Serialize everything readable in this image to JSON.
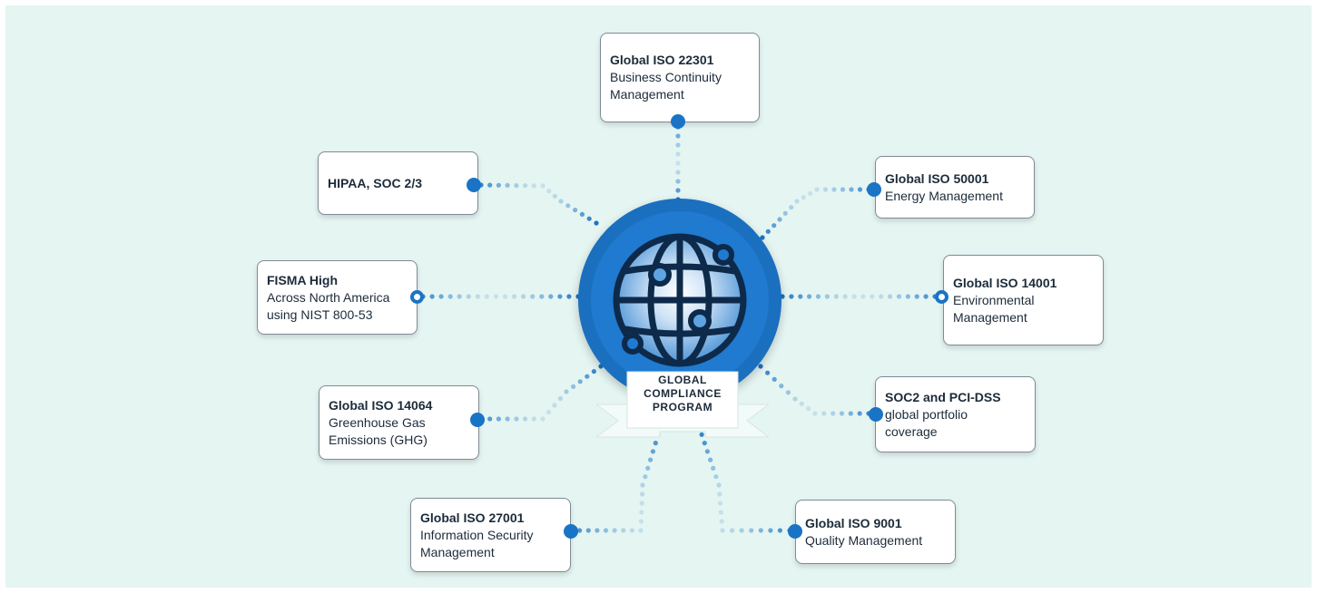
{
  "hub": {
    "label_lines": [
      "GLOBAL",
      "COMPLIANCE",
      "PROGRAM"
    ],
    "globe_icon": "globe-network-icon"
  },
  "nodes": {
    "iso22301": {
      "title": "Global ISO 22301",
      "lines": [
        "Business Continuity",
        "Management"
      ]
    },
    "hipaa": {
      "title": "HIPAA, SOC 2/3",
      "lines": []
    },
    "iso50001": {
      "title": "Global ISO 50001",
      "lines": [
        "Energy Management"
      ]
    },
    "fisma": {
      "title": "FISMA High",
      "lines": [
        "Across North America",
        "using NIST 800-53"
      ]
    },
    "iso14001": {
      "title": "Global ISO 14001",
      "lines": [
        "Environmental",
        "Management"
      ]
    },
    "iso14064": {
      "title": "Global ISO 14064",
      "lines": [
        "Greenhouse Gas",
        "Emissions (GHG)"
      ]
    },
    "soc2pci": {
      "title": "SOC2 and PCI-DSS",
      "lines": [
        "global portfolio",
        "coverage"
      ]
    },
    "iso27001": {
      "title": "Global ISO 27001",
      "lines": [
        "Information Security",
        "Management"
      ]
    },
    "iso9001": {
      "title": "Global ISO 9001",
      "lines": [
        "Quality Management"
      ]
    }
  },
  "colors": {
    "background": "#e5f5f2",
    "accent_blue": "#1a74c5",
    "hub_blue": "#1b6fbf",
    "card_border": "#7f8a97",
    "text": "#1c2b3a"
  }
}
